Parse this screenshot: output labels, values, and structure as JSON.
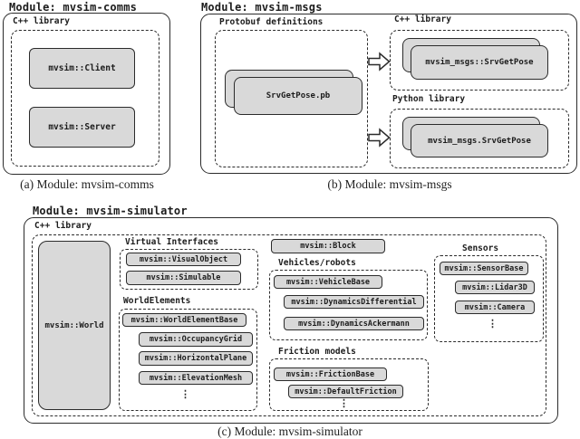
{
  "colors": {
    "box_fill": "#d9d9d9",
    "border": "#2b2b2b",
    "background": "#ffffff"
  },
  "glyphs": {
    "ellipsis": "⋮"
  },
  "panel_a": {
    "title": "Module: mvsim-comms",
    "library_label": "C++ library",
    "client_box": "mvsim::Client",
    "server_box": "mvsim::Server",
    "caption": "(a) Module: mvsim-comms"
  },
  "panel_b": {
    "title": "Module: mvsim-msgs",
    "protobuf_label": "Protobuf definitions",
    "protobuf_box": "SrvGetPose.pb",
    "cpp_label": "C++ library",
    "cpp_box": "mvsim_msgs::SrvGetPose",
    "python_label": "Python library",
    "python_box": "mvsim_msgs.SrvGetPose",
    "caption": "(b) Module: mvsim-msgs"
  },
  "panel_c": {
    "title": "Module: mvsim-simulator",
    "library_label": "C++ library",
    "world_box": "mvsim::World",
    "block_box": "mvsim::Block",
    "virtual_interfaces": {
      "label": "Virtual Interfaces",
      "items": [
        "mvsim::VisualObject",
        "mvsim::Simulable"
      ]
    },
    "world_elements": {
      "label": "WorldElements",
      "items": [
        "mvsim::WorldElementBase",
        "mvsim::OccupancyGrid",
        "mvsim::HorizontalPlane",
        "mvsim::ElevationMesh"
      ]
    },
    "vehicles": {
      "label": "Vehicles/robots",
      "items": [
        "mvsim::VehicleBase",
        "mvsim::DynamicsDifferential",
        "mvsim::DynamicsAckermann"
      ]
    },
    "friction": {
      "label": "Friction models",
      "items": [
        "mvsim::FrictionBase",
        "mvsim::DefaultFriction"
      ]
    },
    "sensors": {
      "label": "Sensors",
      "items": [
        "mvsim::SensorBase",
        "mvsim::Lidar3D",
        "mvsim::Camera"
      ]
    },
    "caption": "(c) Module: mvsim-simulator"
  }
}
